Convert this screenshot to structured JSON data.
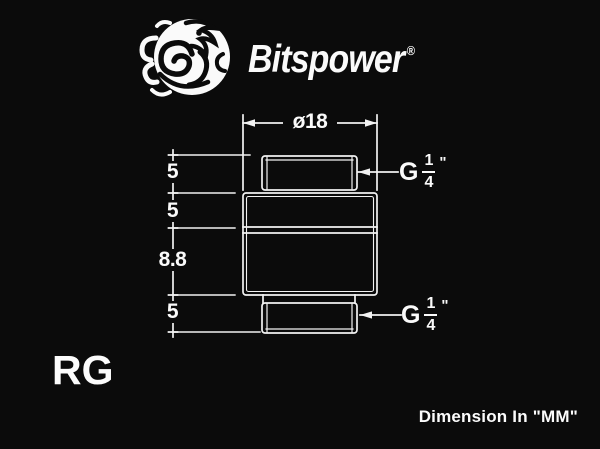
{
  "colors": {
    "background": "#0b0b0b",
    "line_ink": "#f5f5f5",
    "text_ink": "#fafafa"
  },
  "brand": {
    "wordmark": "Bitspower",
    "registered_mark": "®",
    "logo_icon": "bitspower-dragon-emblem"
  },
  "drawing": {
    "type": "technical-dimension-drawing",
    "diameter_label": "ø18",
    "segment_dims": [
      "5",
      "5",
      "8.8",
      "5"
    ],
    "thread_top": {
      "prefix": "G",
      "numerator": "1",
      "denominator": "4",
      "suffix": "\""
    },
    "thread_bottom": {
      "prefix": "G",
      "numerator": "1",
      "denominator": "4",
      "suffix": "\""
    }
  },
  "footer": {
    "model_code": "RG",
    "dimension_note": "Dimension In \"MM\""
  }
}
